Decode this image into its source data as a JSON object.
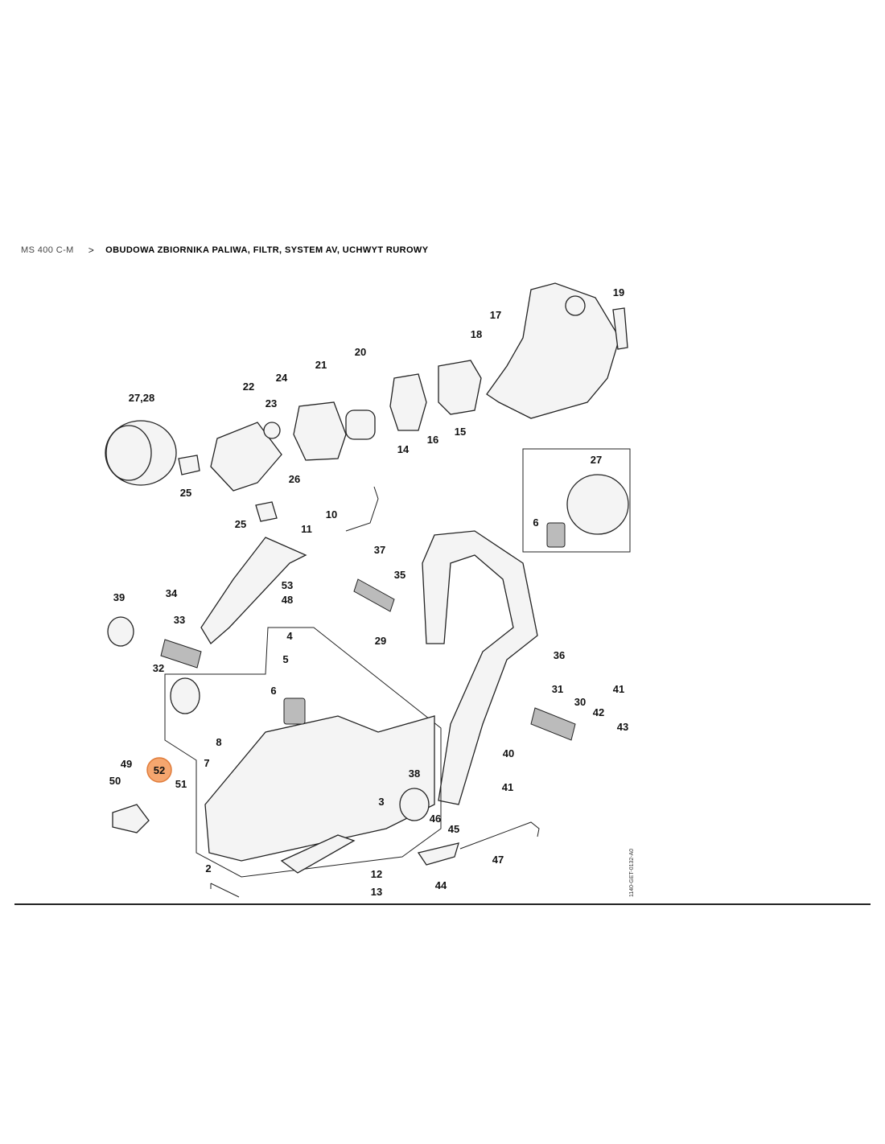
{
  "breadcrumb": {
    "model": "MS 400 C-M",
    "separator": ">",
    "title": "OBUDOWA ZBIORNIKA PALIWA, FILTR, SYSTEM AV, UCHWYT RUROWY"
  },
  "diagram_code": "1140-GET-0132-A0",
  "highlight_color": "#f5a66f",
  "callouts": [
    "19",
    "17",
    "18",
    "20",
    "21",
    "24",
    "22",
    "23",
    "27,28",
    "14",
    "16",
    "15",
    "26",
    "25",
    "25",
    "27",
    "6",
    "10",
    "11",
    "37",
    "35",
    "53",
    "48",
    "39",
    "34",
    "33",
    "32",
    "29",
    "36",
    "4",
    "5",
    "6",
    "31",
    "41",
    "30",
    "42",
    "43",
    "8",
    "7",
    "40",
    "49",
    "52",
    "50",
    "51",
    "38",
    "41",
    "3",
    "46",
    "45",
    "47",
    "2",
    "12",
    "44",
    "13"
  ],
  "selected_callout": "52"
}
